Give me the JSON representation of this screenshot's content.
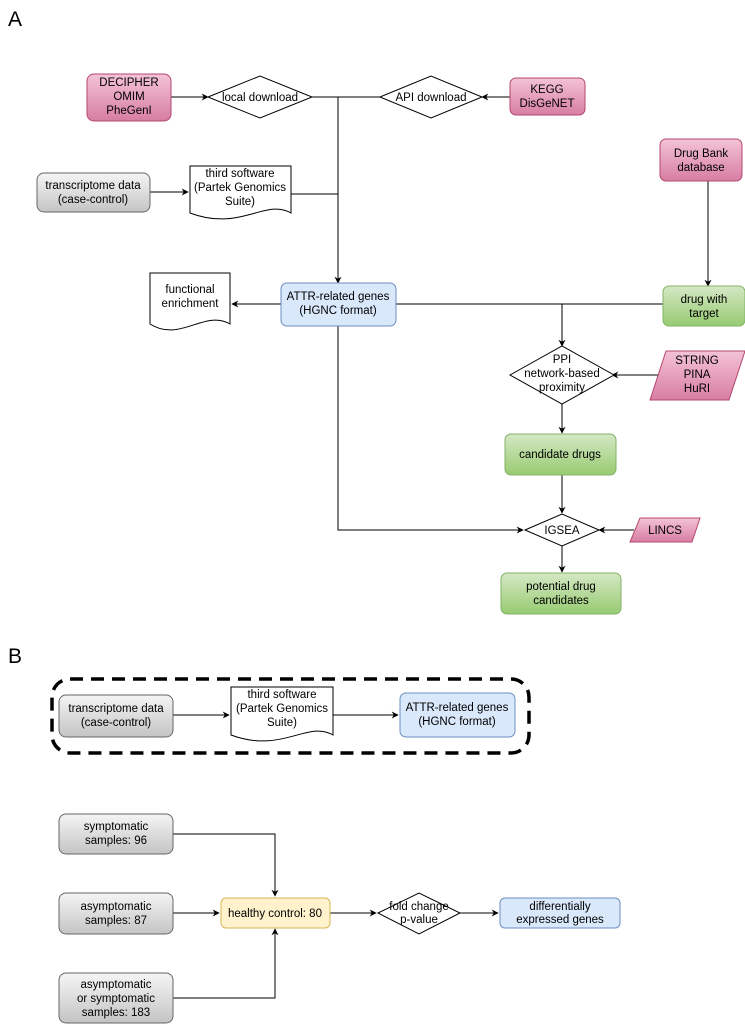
{
  "panels": {
    "a": "A",
    "b": "B"
  },
  "panel_a": {
    "decipher": [
      "DECIPHER",
      "OMIM",
      "PheGenI"
    ],
    "local_download": "local download",
    "api_download": "API download",
    "kegg": [
      "KEGG",
      "DisGeNET"
    ],
    "transcriptome": [
      "transcriptome data",
      "(case-control)"
    ],
    "third_software": [
      "third software",
      "(Partek Genomics",
      "Suite)"
    ],
    "drugbank": [
      "Drug Bank",
      "database"
    ],
    "functional_enrichment": [
      "functional",
      "enrichment"
    ],
    "attr_genes": [
      "ATTR-related genes",
      "(HGNC format)"
    ],
    "drug_target": [
      "drug with",
      "target"
    ],
    "ppi": [
      "PPI",
      "network-based",
      "proximity"
    ],
    "string": [
      "STRING",
      "PINA",
      "HuRI"
    ],
    "candidate_drugs": "candidate  drugs",
    "igsea": "IGSEA",
    "lincs": "LINCS",
    "potential": [
      "potential drug",
      "candidates"
    ]
  },
  "panel_b": {
    "transcriptome": [
      "transcriptome data",
      "(case-control)"
    ],
    "third_software": [
      "third software",
      "(Partek Genomics",
      "Suite)"
    ],
    "attr_genes": [
      "ATTR-related genes",
      "(HGNC format)"
    ],
    "symptomatic": [
      "symptomatic",
      "samples: 96"
    ],
    "asymptomatic": [
      "asymptomatic",
      "samples: 87"
    ],
    "either": [
      "asymptomatic",
      "or symptomatic",
      "samples: 183"
    ],
    "healthy": "healthy control: 80",
    "fold": [
      "fold change",
      "p-value"
    ],
    "deg": [
      "differentially",
      "expressed genes"
    ]
  },
  "colors": {
    "pink": "#e6a0be",
    "pink_border": "#b5476f",
    "gray": "#e3e3e3",
    "gray_border": "#666666",
    "blue": "#dae8fc",
    "blue_border": "#6c8ebf",
    "green": "#acd58f",
    "green_border": "#82b366",
    "yellow": "#fff2cc",
    "yellow_border": "#d6b656"
  }
}
